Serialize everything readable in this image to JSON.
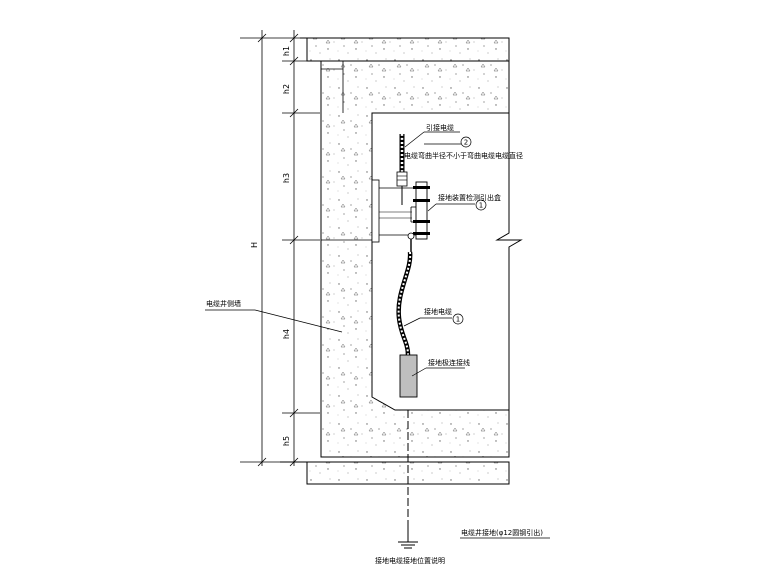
{
  "dimensions": {
    "h1": "h1",
    "h2": "h2",
    "h3": "h3",
    "h4": "h4",
    "h5": "h5",
    "H": "H"
  },
  "labels": {
    "cable_label": "引接电缆",
    "cable_note": "电缆弯曲半径不小于弯曲电缆电缆直径",
    "box_label": "接地装置检测引出盒",
    "shaft_label": "电缆井侧墙",
    "lower_cable_label": "接地电缆",
    "electrode_label": "接地极连接线",
    "ground_label": "接地电缆接地位置说明",
    "title_label": "电缆井接地(φ12圆钢引出)"
  },
  "callouts": {
    "c1": "1",
    "c2": "2",
    "c3": "1"
  }
}
